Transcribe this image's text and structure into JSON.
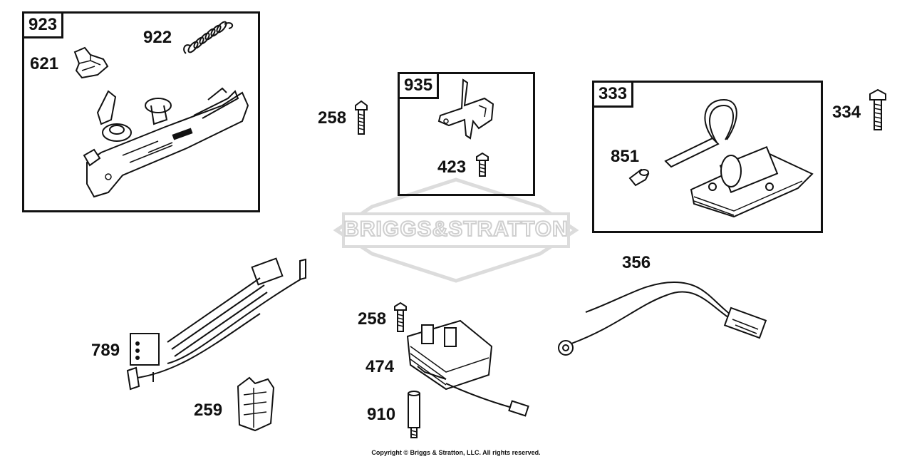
{
  "boxes": {
    "b923": {
      "tag": "923"
    },
    "b935": {
      "tag": "935"
    },
    "b333": {
      "tag": "333"
    }
  },
  "labels": {
    "l922": "922",
    "l621": "621",
    "l258a": "258",
    "l423": "423",
    "l334": "334",
    "l851": "851",
    "l356": "356",
    "l789": "789",
    "l258b": "258",
    "l474": "474",
    "l259": "259",
    "l910": "910"
  },
  "watermark": {
    "text": "BRIGGS&STRATTON"
  },
  "footer": {
    "copyright": "Copyright © Briggs & Stratton, LLC. All rights reserved."
  },
  "colors": {
    "ink": "#111111",
    "watermark": "#dcdcdc",
    "background": "#ffffff"
  }
}
